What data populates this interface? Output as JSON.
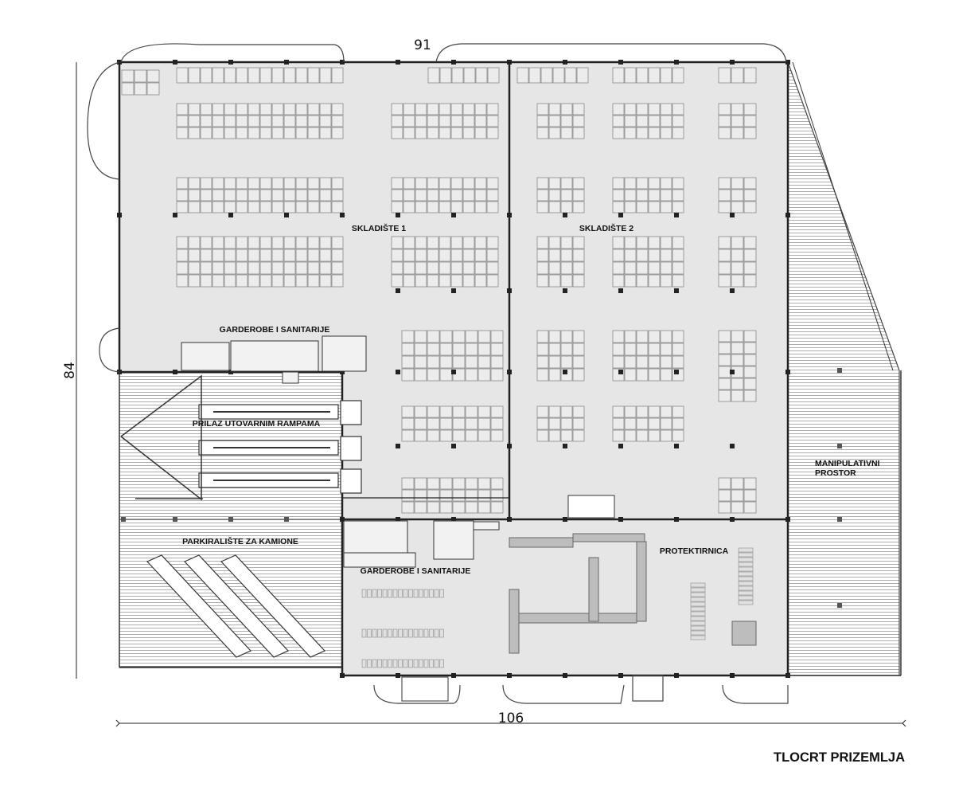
{
  "dimensions": {
    "top": "91",
    "left": "84",
    "bottom": "106"
  },
  "rooms": {
    "skladiste_1": "SKLADIŠTE 1",
    "skladiste_2": "SKLADIŠTE 2",
    "garderobe_top": "GARDEROBE I SANITARIJE",
    "prilaz": "PRILAZ UTOVARNIM RAMPAMA",
    "parkiraliste": "PARKIRALIŠTE ZA KAMIONE",
    "garderobe_bottom": "GARDEROBE I SANITARIJE",
    "protektirnica": "PROTEKTIRNICA",
    "manipulativni_1": "MANIPULATIVNI",
    "manipulativni_2": "PROSTOR"
  },
  "drawing_title": "TLOCRT PRIZEMLJA",
  "colors": {
    "floor": "#e6e6e6",
    "wall": "#222222",
    "line": "#555555",
    "hatch": "#9a9a9a",
    "paper": "#ffffff"
  }
}
